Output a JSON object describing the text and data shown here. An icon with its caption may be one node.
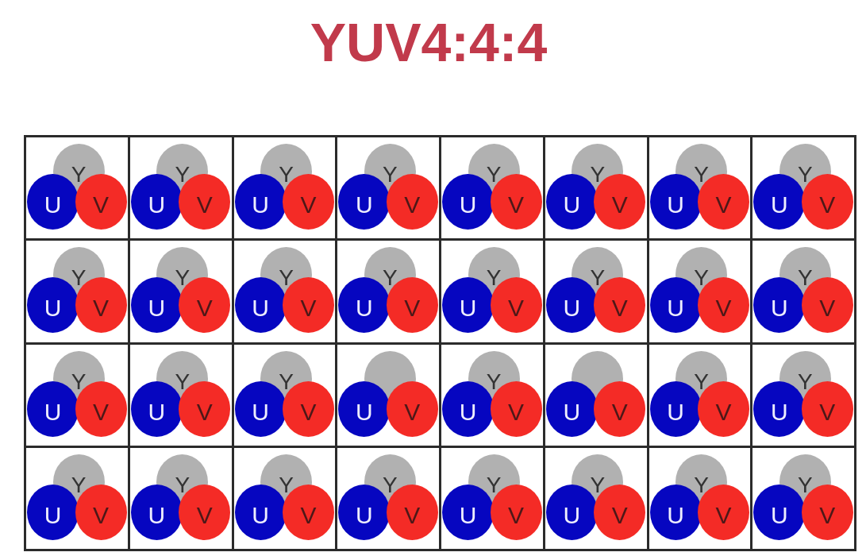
{
  "diagram": {
    "title": "YUV4:4:4",
    "nodes": [
      {
        "text": [],
        "shape": "box"
      },
      {
        "text": [
          "Y"
        ],
        "in": 0
      },
      {
        "text": [
          "U"
        ],
        "in": 0
      },
      {
        "text": [
          "V"
        ],
        "in": 0
      },
      {
        "text": [],
        "shape": "box"
      },
      {
        "text": [
          "Y"
        ],
        "in": 4
      },
      {
        "text": [
          "U"
        ],
        "in": 4
      },
      {
        "text": [
          "V"
        ],
        "in": 4
      },
      {
        "text": [],
        "shape": "box"
      },
      {
        "text": [
          "Y"
        ],
        "in": 8
      },
      {
        "text": [
          "U"
        ],
        "in": 8
      },
      {
        "text": [
          "V"
        ],
        "in": 8
      },
      {
        "text": [],
        "shape": "box"
      },
      {
        "text": [
          "Y"
        ],
        "in": 12
      },
      {
        "text": [
          "U"
        ],
        "in": 12
      },
      {
        "text": [
          "V"
        ],
        "in": 12
      },
      {
        "text": [],
        "shape": "box"
      },
      {
        "text": [
          "Y"
        ],
        "in": 16
      },
      {
        "text": [
          "U"
        ],
        "in": 16
      },
      {
        "text": [
          "V"
        ],
        "in": 16
      },
      {
        "text": [],
        "shape": "box"
      },
      {
        "text": [
          "Y"
        ],
        "in": 20
      },
      {
        "text": [
          "U"
        ],
        "in": 20
      },
      {
        "text": [
          "V"
        ],
        "in": 20
      },
      {
        "text": [],
        "shape": "box"
      },
      {
        "text": [
          "Y"
        ],
        "in": 24
      },
      {
        "text": [
          "U"
        ],
        "in": 24
      },
      {
        "text": [
          "V"
        ],
        "in": 24
      },
      {
        "text": [],
        "shape": "box"
      },
      {
        "text": [
          "Y"
        ],
        "in": 28
      },
      {
        "text": [
          "U"
        ],
        "in": 28
      },
      {
        "text": [
          "V"
        ],
        "in": 28
      },
      {
        "text": [],
        "shape": "box"
      },
      {
        "text": [
          "Y"
        ],
        "in": 32
      },
      {
        "text": [
          "U"
        ],
        "in": 32
      },
      {
        "text": [
          "V"
        ],
        "in": 32
      },
      {
        "text": [],
        "shape": "box"
      },
      {
        "text": [
          "Y"
        ],
        "in": 36
      },
      {
        "text": [
          "U"
        ],
        "in": 36
      },
      {
        "text": [
          "V"
        ],
        "in": 36
      },
      {
        "text": [],
        "shape": "box"
      },
      {
        "text": [
          "Y"
        ],
        "in": 40
      },
      {
        "text": [
          "U"
        ],
        "in": 40
      },
      {
        "text": [
          "V"
        ],
        "in": 40
      },
      {
        "text": [],
        "shape": "box"
      },
      {
        "text": [
          "Y"
        ],
        "in": 44
      },
      {
        "text": [
          "U"
        ],
        "in": 44
      },
      {
        "text": [
          "V"
        ],
        "in": 44
      },
      {
        "text": [],
        "shape": "box"
      },
      {
        "text": [
          "Y"
        ],
        "in": 48
      },
      {
        "text": [
          "U"
        ],
        "in": 48
      },
      {
        "text": [
          "V"
        ],
        "in": 48
      },
      {
        "text": [],
        "shape": "box"
      },
      {
        "text": [
          "Y"
        ],
        "in": 52
      },
      {
        "text": [
          "U"
        ],
        "in": 52
      },
      {
        "text": [
          "V"
        ],
        "in": 52
      },
      {
        "text": [],
        "shape": "box"
      },
      {
        "text": [
          "Y"
        ],
        "in": 56
      },
      {
        "text": [
          "U"
        ],
        "in": 56
      },
      {
        "text": [
          "V"
        ],
        "in": 56
      },
      {
        "text": [],
        "shape": "box"
      },
      {
        "text": [
          "Y"
        ],
        "in": 60
      },
      {
        "text": [
          "U"
        ],
        "in": 60
      },
      {
        "text": [
          "V"
        ],
        "in": 60
      },
      {
        "text": [],
        "shape": "box"
      },
      {
        "text": [
          "Y"
        ],
        "in": 64
      },
      {
        "text": [
          "U"
        ],
        "in": 64
      },
      {
        "text": [
          "V"
        ],
        "in": 64
      },
      {
        "text": [],
        "shape": "box"
      },
      {
        "text": [
          "Y"
        ],
        "in": 68
      },
      {
        "text": [
          "U"
        ],
        "in": 68
      },
      {
        "text": [
          "V"
        ],
        "in": 68
      },
      {
        "text": [],
        "shape": "box"
      },
      {
        "text": [
          "Y"
        ],
        "in": 72
      },
      {
        "text": [
          "U"
        ],
        "in": 72
      },
      {
        "text": [
          "V"
        ],
        "in": 72
      },
      {
        "text": [],
        "shape": "box"
      },
      {
        "text": [],
        "shape": "circle",
        "in": 76
      },
      {
        "text": [
          "U"
        ],
        "in": 76
      },
      {
        "text": [
          "V"
        ],
        "in": 76
      },
      {
        "text": [],
        "shape": "box"
      },
      {
        "text": [
          "Y"
        ],
        "in": 80
      },
      {
        "text": [
          "U"
        ],
        "in": 80
      },
      {
        "text": [
          "V"
        ],
        "in": 80
      },
      {
        "text": [],
        "shape": "box"
      },
      {
        "text": [],
        "shape": "circle",
        "in": 84
      },
      {
        "text": [
          "U"
        ],
        "in": 84
      },
      {
        "text": [
          "V"
        ],
        "in": 84
      },
      {
        "text": [],
        "shape": "box"
      },
      {
        "text": [
          "Y"
        ],
        "in": 88
      },
      {
        "text": [
          "U"
        ],
        "in": 88
      },
      {
        "text": [
          "V"
        ],
        "in": 88
      },
      {
        "text": [],
        "shape": "box"
      },
      {
        "text": [
          "Y"
        ],
        "in": 92
      },
      {
        "text": [
          "U"
        ],
        "in": 92
      },
      {
        "text": [
          "V"
        ],
        "in": 92
      },
      {
        "text": [],
        "shape": "box"
      },
      {
        "text": [
          "Y"
        ],
        "in": 96
      },
      {
        "text": [
          "U"
        ],
        "in": 96
      },
      {
        "text": [
          "V"
        ],
        "in": 96
      },
      {
        "text": [],
        "shape": "box"
      },
      {
        "text": [
          "Y"
        ],
        "in": 100
      },
      {
        "text": [
          "U"
        ],
        "in": 100
      },
      {
        "text": [
          "V"
        ],
        "in": 100
      },
      {
        "text": [],
        "shape": "box"
      },
      {
        "text": [
          "Y"
        ],
        "in": 104
      },
      {
        "text": [
          "U"
        ],
        "in": 104
      },
      {
        "text": [
          "V"
        ],
        "in": 104
      },
      {
        "text": [],
        "shape": "box"
      },
      {
        "text": [
          "Y"
        ],
        "in": 108
      },
      {
        "text": [
          "U"
        ],
        "in": 108
      },
      {
        "text": [
          "V"
        ],
        "in": 108
      },
      {
        "text": [],
        "shape": "box"
      },
      {
        "text": [
          "Y"
        ],
        "in": 112
      },
      {
        "text": [
          "U"
        ],
        "in": 112
      },
      {
        "text": [
          "V"
        ],
        "in": 112
      },
      {
        "text": [],
        "shape": "box"
      },
      {
        "text": [
          "Y"
        ],
        "in": 116
      },
      {
        "text": [
          "U"
        ],
        "in": 116
      },
      {
        "text": [
          "V"
        ],
        "in": 116
      },
      {
        "text": [],
        "shape": "box"
      },
      {
        "text": [
          "Y"
        ],
        "in": 120
      },
      {
        "text": [
          "U"
        ],
        "in": 120
      },
      {
        "text": [
          "V"
        ],
        "in": 120
      },
      {
        "text": [],
        "shape": "box"
      },
      {
        "text": [
          "Y"
        ],
        "in": 124
      },
      {
        "text": [
          "U"
        ],
        "in": 124
      },
      {
        "text": [
          "V"
        ],
        "in": 124
      }
    ]
  }
}
